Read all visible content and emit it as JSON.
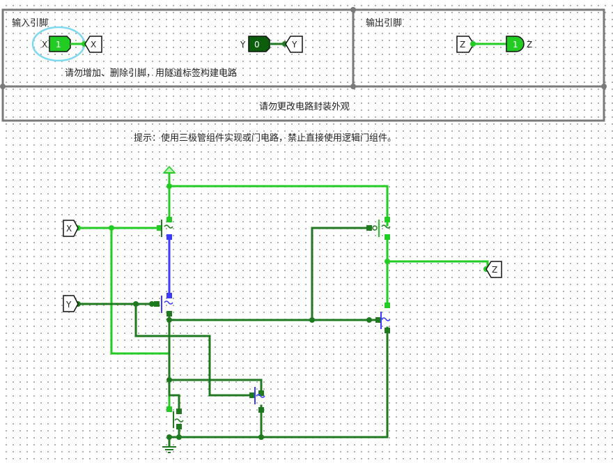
{
  "package": {
    "input_section_title": "输入引脚",
    "output_section_title": "输出引脚",
    "input_hint": "请勿增加、删除引脚，用隧道标签构建电路",
    "package_hint": "请勿更改电路封装外观"
  },
  "instructions": "提示：使用三极管组件实现或门电路，禁止直接使用逻辑门组件。",
  "pins": {
    "x": {
      "name": "X",
      "value": "1",
      "tunnel": "X"
    },
    "y": {
      "name": "Y",
      "value": "0",
      "tunnel": "Y"
    },
    "z": {
      "name": "Z",
      "value": "1",
      "tunnel": "Z"
    }
  },
  "circuit": {
    "tunnel_x": "X",
    "tunnel_y": "Y",
    "tunnel_z": "Z"
  },
  "colors": {
    "wire_high": "#22cc22",
    "wire_low": "#1f7a1f",
    "wire_float": "#3b3bff",
    "pin_high": "#22cc22",
    "pin_low": "#0b5e0b",
    "package_border": "#7a7a7a",
    "selection": "#7ed8f0"
  }
}
